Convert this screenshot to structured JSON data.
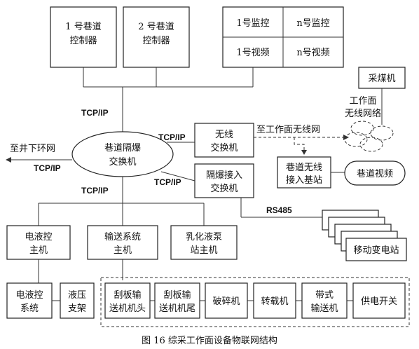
{
  "controllers": {
    "c1": [
      "1 号巷道",
      "控制器"
    ],
    "c2": [
      "2 号巷道",
      "控制器"
    ]
  },
  "monitor": {
    "m1": "1号监控",
    "mn": "n号监控",
    "v1": "1号视频",
    "vn": "n号视频"
  },
  "coal": "采煤机",
  "wifi": [
    "工作面",
    "无线网络"
  ],
  "proto": {
    "tcp_top": "TCP/IP",
    "tcp_left": "TCP/IP",
    "tcp_wl": "TCP/IP",
    "tcp_acc": "TCP/IP",
    "tcp_bottom": "TCP/IP",
    "rs485": "RS485"
  },
  "left_net": "至井下环网",
  "isolation": [
    "巷道隔爆",
    "交换机"
  ],
  "wireless_sw": [
    "无线",
    "交换机"
  ],
  "to_face": "至工作面无线网",
  "access_sw": [
    "隔爆接入",
    "交换机"
  ],
  "base_station": [
    "巷道无线",
    "接入基站"
  ],
  "video": "巷道视频",
  "substation": "移动变电站",
  "hosts": {
    "hydraulic": [
      "电液控",
      "主机"
    ],
    "conveyor": [
      "输送系统",
      "主机"
    ],
    "pump": [
      "乳化液泵",
      "站主机"
    ]
  },
  "bottom": {
    "hydraulic_sys": [
      "电液控",
      "系统"
    ],
    "support": [
      "液压",
      "支架"
    ],
    "scraper_head": [
      "刮板输",
      "送机机头"
    ],
    "scraper_tail": [
      "刮板输",
      "送机机尾"
    ],
    "crusher": "破碎机",
    "loader": "转载机",
    "belt": [
      "带式",
      "输送机"
    ],
    "power": "供电开关"
  },
  "caption": "图 16    综采工作面设备物联网结构"
}
